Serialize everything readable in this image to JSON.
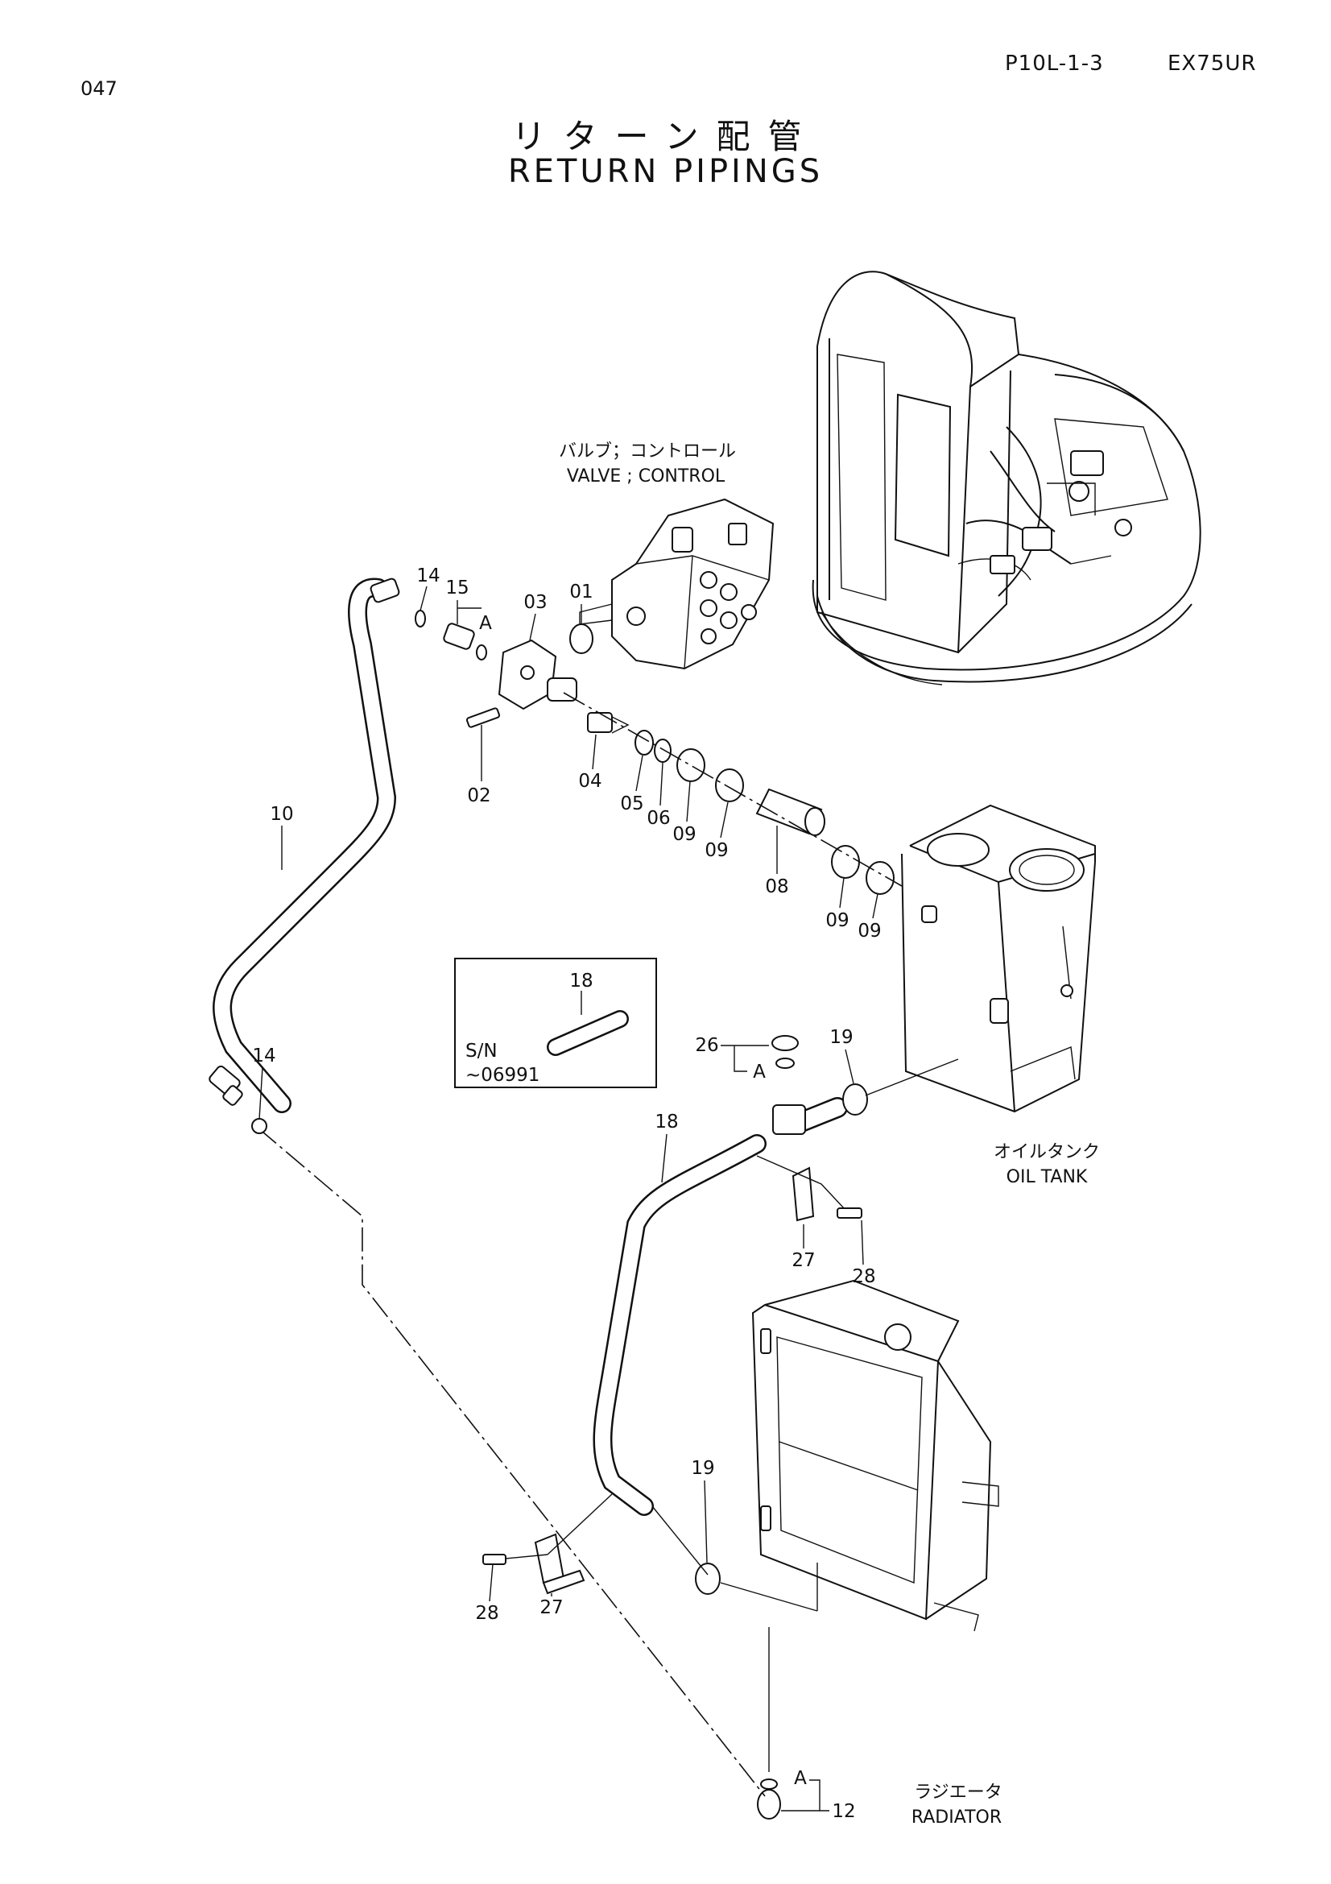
{
  "header": {
    "page_number": "047",
    "page_code": "P10L-1-3",
    "model": "EX75UR"
  },
  "title": {
    "japanese": "リターン配管",
    "english": "RETURN PIPINGS"
  },
  "components": {
    "control_valve": {
      "jp": "バルブ；コントロール",
      "en": "VALVE ; CONTROL"
    },
    "oil_tank": {
      "jp": "オイルタンク",
      "en": "OIL TANK"
    },
    "radiator": {
      "jp": "ラジエータ",
      "en": "RADIATOR"
    }
  },
  "inset": {
    "part": "18",
    "sn_label": "S/N",
    "sn_range": "~06991"
  },
  "callouts": {
    "p01": "01",
    "p02": "02",
    "p03": "03",
    "p04": "04",
    "p05": "05",
    "p06": "06",
    "p08": "08",
    "p09a": "09",
    "p09b": "09",
    "p09c": "09",
    "p09d": "09",
    "p10": "10",
    "p12": "12",
    "p14a": "14",
    "p14b": "14",
    "p15": "15",
    "p18": "18",
    "p19a": "19",
    "p19b": "19",
    "p26": "26",
    "p27a": "27",
    "p27b": "27",
    "p28a": "28",
    "p28b": "28",
    "markA1": "A",
    "markA2": "A",
    "markA3": "A"
  }
}
